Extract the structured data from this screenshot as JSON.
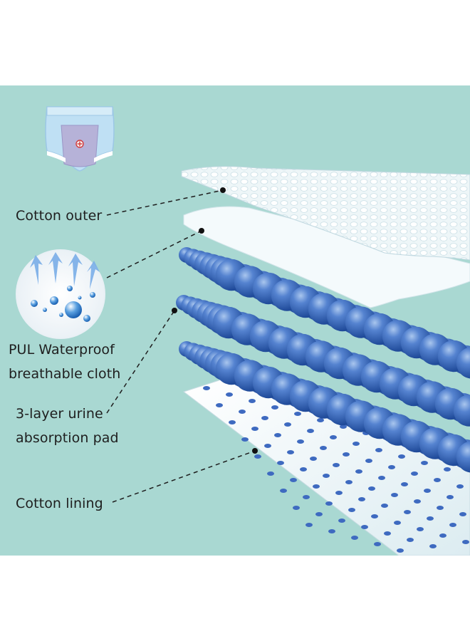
{
  "labels": {
    "cotton_outer": "Cotton outer",
    "pul_line1": "PUL Waterproof",
    "pul_line2": "breathable cloth",
    "pad_line1": "3-layer urine",
    "pad_line2": "absorption pad",
    "cotton_lining": "Cotton lining"
  },
  "colors": {
    "background": "#a9d8d2",
    "bead_blue": "#3f6fc0",
    "layer_white": "#f3f8fa",
    "text": "#1e1e1e"
  },
  "icons": [
    "training-pants-icon",
    "water-droplets-icon"
  ]
}
